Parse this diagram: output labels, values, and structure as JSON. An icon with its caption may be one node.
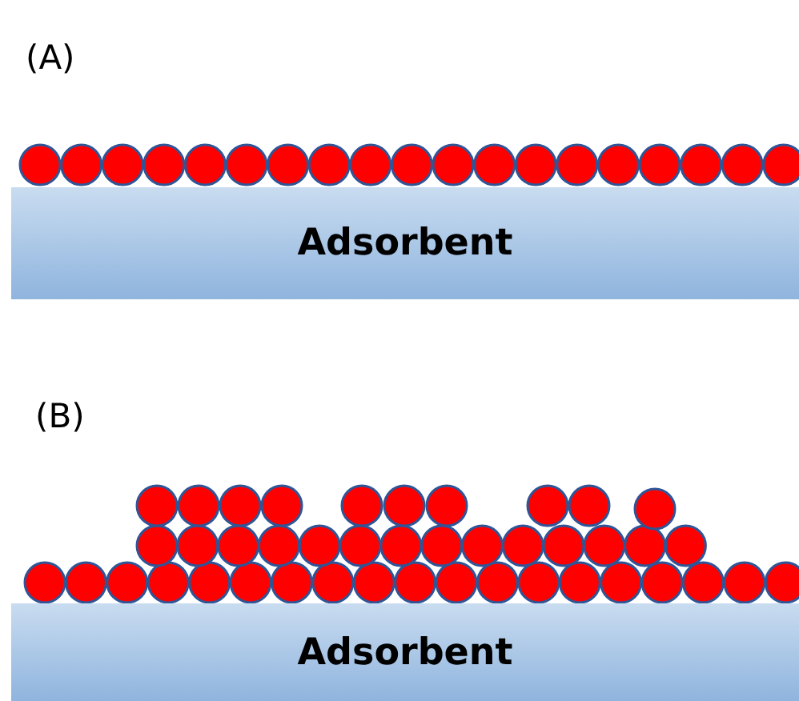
{
  "diagram": {
    "nodes": [
      {
        "text": [
          "Adsorbent"
        ]
      },
      {
        "text": [
          "Adsorbent"
        ]
      }
    ],
    "labels": [
      "(A)",
      "(B)"
    ]
  }
}
